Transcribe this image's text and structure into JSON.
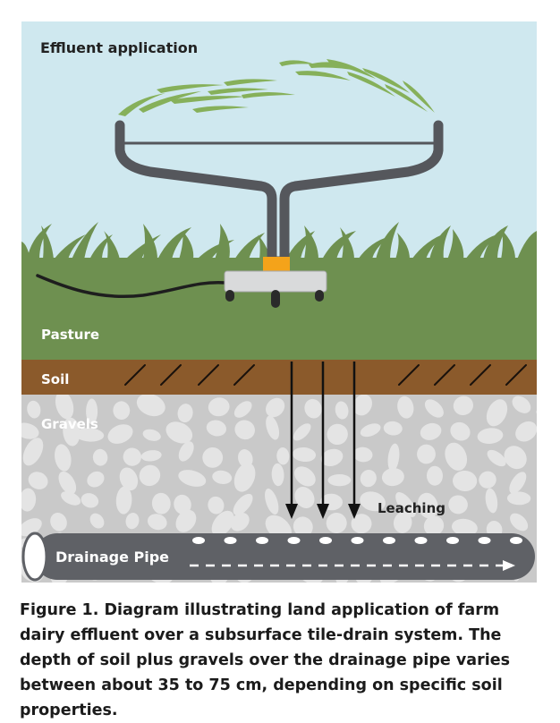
{
  "labels": {
    "sky": "Effluent application",
    "pasture": "Pasture",
    "soil": "Soil",
    "gravels": "Gravels",
    "leaching": "Leaching",
    "pipe": "Drainage Pipe"
  },
  "caption": "Figure 1.  Diagram illustrating land application of farm dairy effluent over a subsurface tile-drain system. The depth of soil plus gravels over the drainage pipe varies between about 35 to 75 cm, depending on specific soil properties.",
  "colors": {
    "sky": "#cfe8ef",
    "pasture": "#6e9050",
    "soil": "#8b5a2b",
    "gravel_bg": "#c9c9c9",
    "gravel_stone": "#e4e4e4",
    "pipe": "#5f6166",
    "nozzle_accent": "#f4a31a",
    "spray": "#86b05a",
    "sprinkler": "#55575c"
  }
}
